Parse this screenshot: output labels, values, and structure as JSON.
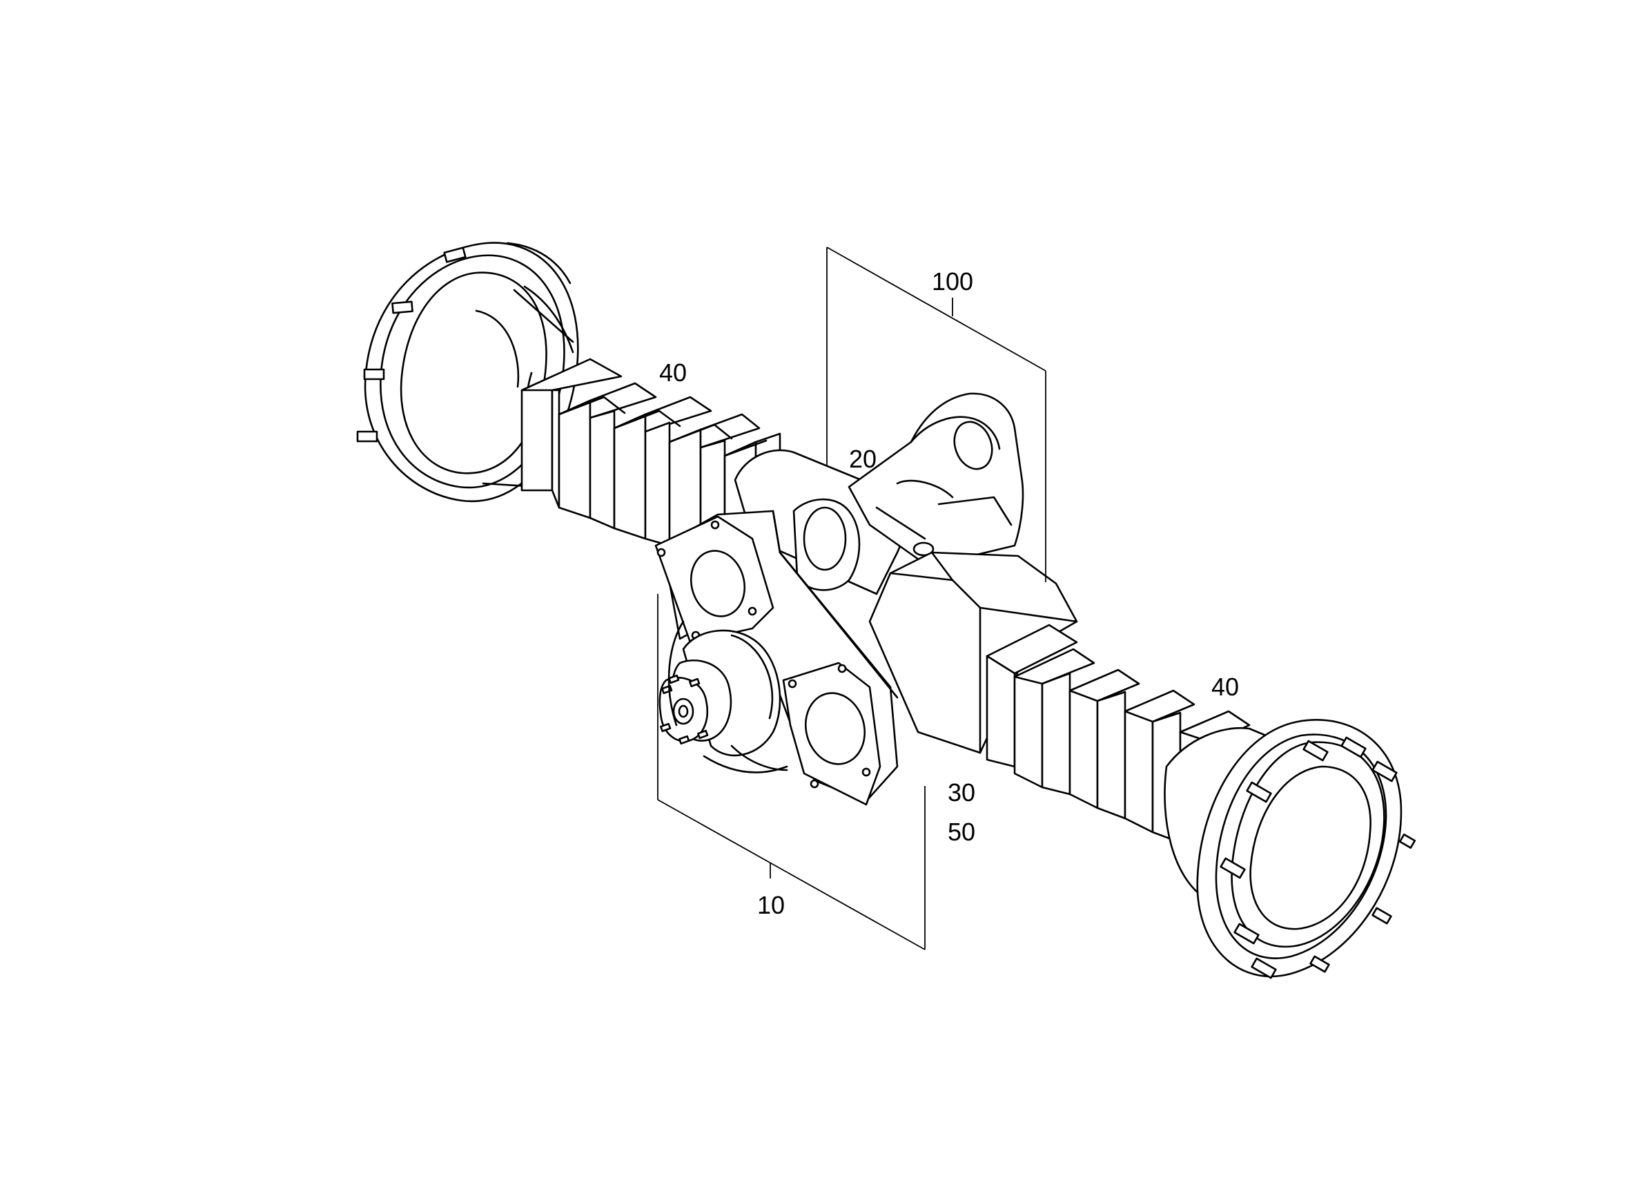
{
  "diagram": {
    "labels": {
      "l100": "100",
      "l40_left": "40",
      "l20": "20",
      "l40_right": "40",
      "l30": "30",
      "l50": "50",
      "l10": "10"
    }
  }
}
